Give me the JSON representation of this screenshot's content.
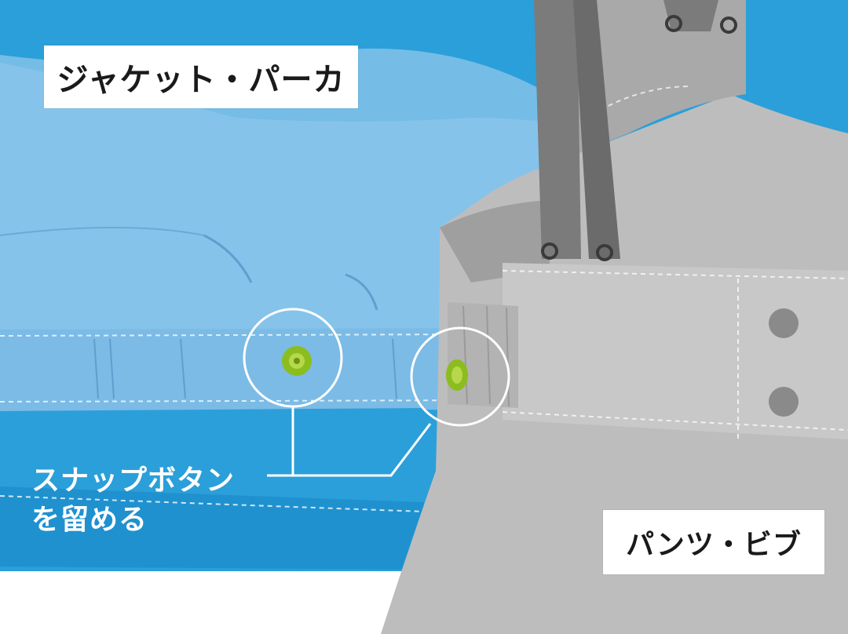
{
  "labels": {
    "jacket": "ジャケット・パーカ",
    "pants": "パンツ・ビブ",
    "callout_line1": "スナップボタン",
    "callout_line2": "を留める"
  },
  "colors": {
    "sky_blue": "#2b9fd9",
    "jacket_light_blue": "#86c3ea",
    "jacket_mid_blue": "#6fb4e2",
    "pants_gray": "#bfbfbf",
    "strap_gray": "#7b7b7b",
    "snap_green": "#8cbd1f",
    "snap_gray": "#8a8a8a"
  },
  "icons": [
    "snap-button-icon",
    "suspender-clip-icon"
  ]
}
